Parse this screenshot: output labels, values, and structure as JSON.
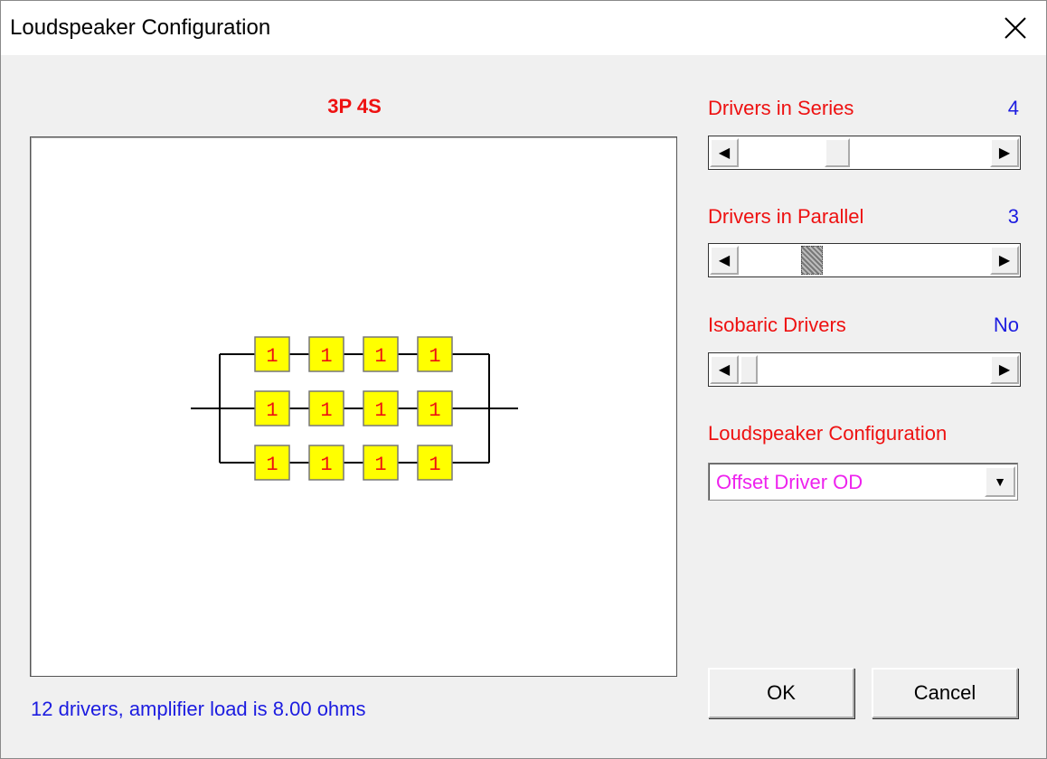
{
  "window": {
    "title": "Loudspeaker Configuration"
  },
  "diagram": {
    "title": "3P 4S",
    "rows": 3,
    "cols": 4,
    "driver_label": "1",
    "status": "12 drivers, amplifier load is 8.00 ohms"
  },
  "series": {
    "label": "Drivers in Series",
    "value": "4"
  },
  "parallel": {
    "label": "Drivers in Parallel",
    "value": "3"
  },
  "isobaric": {
    "label": "Isobaric Drivers",
    "value": "No"
  },
  "config": {
    "label": "Loudspeaker Configuration",
    "selected": "Offset Driver OD"
  },
  "buttons": {
    "ok": "OK",
    "cancel": "Cancel"
  },
  "colors": {
    "label_red": "#ee1111",
    "value_blue": "#1c1ce0",
    "combo_magenta": "#ee22ee",
    "driver_fill": "#ffff00"
  }
}
